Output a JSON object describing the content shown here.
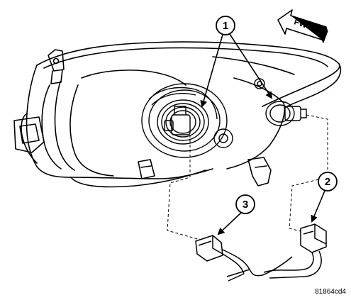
{
  "diagram": {
    "direction_label": "FWD",
    "figure_id": "81864cd4",
    "callouts": [
      {
        "number": "1"
      },
      {
        "number": "2"
      },
      {
        "number": "3"
      }
    ]
  }
}
